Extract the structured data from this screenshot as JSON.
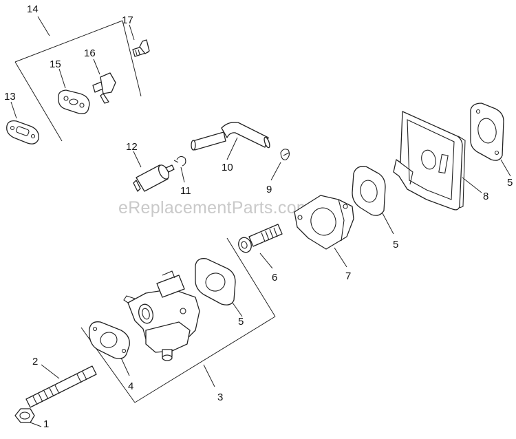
{
  "watermark": "eReplacementParts.com",
  "callouts": {
    "c1": "1",
    "c2": "2",
    "c3": "3",
    "c4": "4",
    "c5a": "5",
    "c5b": "5",
    "c5c": "5",
    "c6": "6",
    "c7": "7",
    "c8": "8",
    "c9": "9",
    "c10": "10",
    "c11": "11",
    "c12": "12",
    "c13": "13",
    "c14": "14",
    "c15": "15",
    "c16": "16",
    "c17": "17"
  },
  "colors": {
    "line": "#222222",
    "watermark": "#c9c9c9",
    "background": "#ffffff"
  }
}
